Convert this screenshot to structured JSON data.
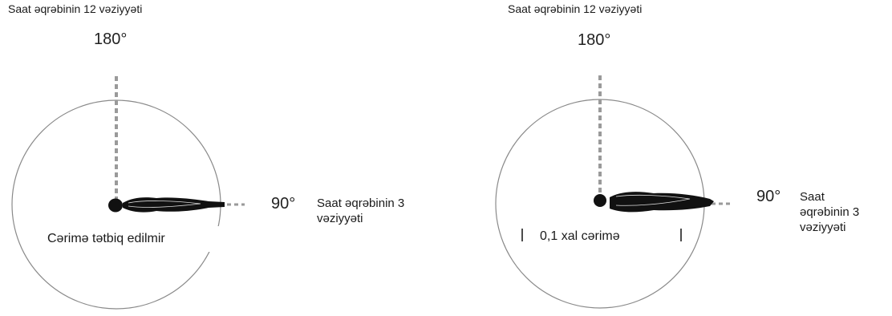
{
  "panels": [
    {
      "id": "left",
      "top_caption": "Saat əqrəbinin 12 vəziyyəti",
      "angle_top": "180°",
      "angle_right": "90°",
      "side_caption": "Saat əqrəbinin 3\nvəziyyəti",
      "penalty_text": "Cərimə tətbiq edilmir"
    },
    {
      "id": "right",
      "top_caption": "Saat əqrəbinin 12 vəziyyəti",
      "angle_top": "180°",
      "angle_right": "90°",
      "side_caption": "Saat\nəqrəbinin 3\nvəziyyəti",
      "penalty_text": "0,1 xal cərimə"
    }
  ],
  "colors": {
    "circle": "#8a8a8a",
    "dashed_line": "#9a9a9a",
    "figure": "#111111"
  },
  "icons": {
    "figure": "lying-gymnast-icon"
  }
}
